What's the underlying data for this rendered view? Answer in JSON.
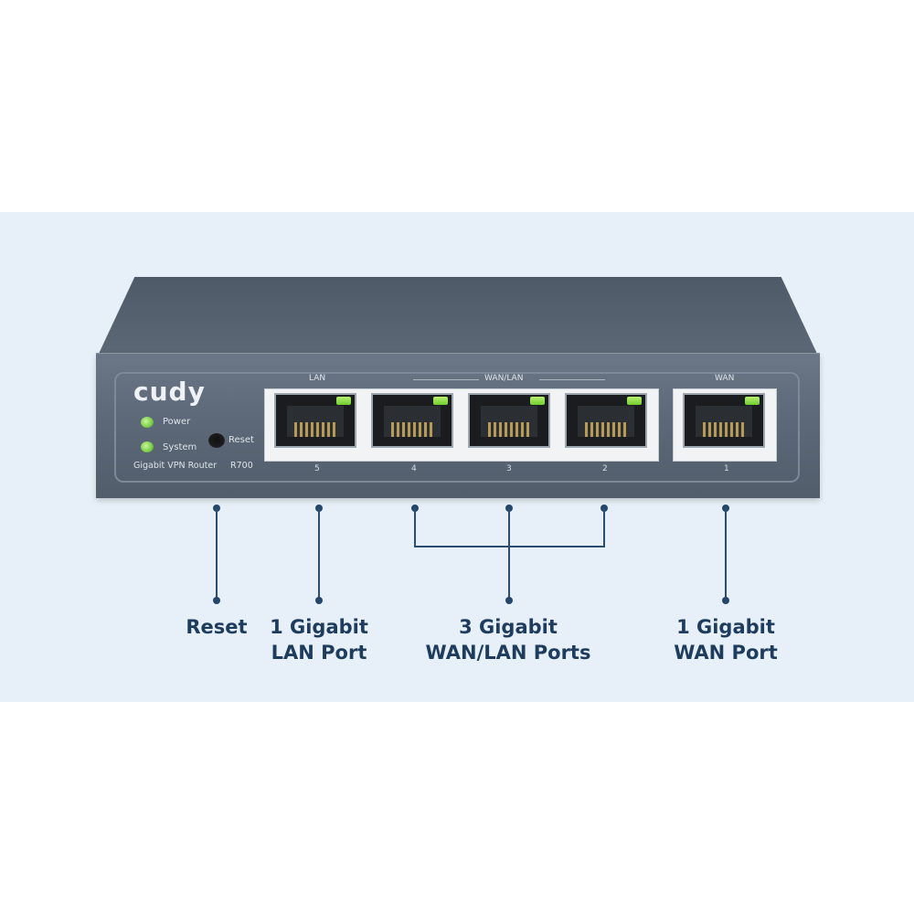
{
  "device": {
    "brand": "cudy",
    "model_line": "Gigabit VPN Router",
    "model": "R700",
    "indicators": [
      {
        "label": "Power"
      },
      {
        "label": "System"
      }
    ],
    "reset_label": "Reset",
    "group_labels": {
      "lan": "LAN",
      "wan_lan": "WAN/LAN",
      "wan": "WAN"
    },
    "ports": [
      {
        "number": "5"
      },
      {
        "number": "4"
      },
      {
        "number": "3"
      },
      {
        "number": "2"
      },
      {
        "number": "1"
      }
    ]
  },
  "callouts": {
    "reset": "Reset",
    "lan_line1": "1 Gigabit",
    "lan_line2": "LAN Port",
    "wanlan_line1": "3 Gigabit",
    "wanlan_line2": "WAN/LAN Ports",
    "wan_line1": "1 Gigabit",
    "wan_line2": "WAN Port"
  },
  "colors": {
    "background_band": "#e7f0f8",
    "router_body": "#5d6978",
    "callout_text": "#1e3c5e",
    "led_green": "#7fd14d"
  }
}
